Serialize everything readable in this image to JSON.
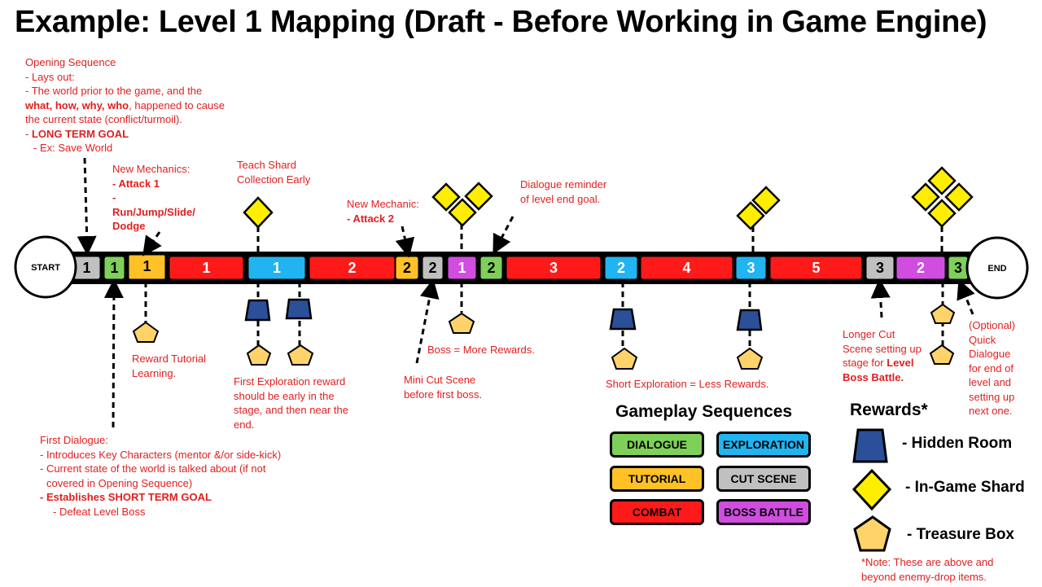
{
  "title": "Example: Level 1 Mapping (Draft - Before Working in Game Engine)",
  "start_label": "START",
  "end_label": "END",
  "colors": {
    "dialogue": "#7fd05a",
    "tutorial": "#ffc125",
    "combat": "#ff1a1a",
    "exploration": "#20b4f0",
    "cutscene": "#c0c0c0",
    "boss": "#d04de0",
    "hidden_room": "#2c4f99",
    "shard": "#ffee00",
    "treasure": "#ffd36a",
    "note_red": "#e02020"
  },
  "timeline": [
    {
      "kind": "cutscene",
      "label": "1"
    },
    {
      "kind": "dialogue",
      "label": "1"
    },
    {
      "kind": "tutorial",
      "label": "1"
    },
    {
      "kind": "combat",
      "label": "1"
    },
    {
      "kind": "exploration",
      "label": "1"
    },
    {
      "kind": "combat",
      "label": "2"
    },
    {
      "kind": "tutorial",
      "label": "2"
    },
    {
      "kind": "cutscene",
      "label": "2"
    },
    {
      "kind": "boss",
      "label": "1"
    },
    {
      "kind": "dialogue",
      "label": "2"
    },
    {
      "kind": "combat",
      "label": "3"
    },
    {
      "kind": "exploration",
      "label": "2"
    },
    {
      "kind": "combat",
      "label": "4"
    },
    {
      "kind": "exploration",
      "label": "3"
    },
    {
      "kind": "combat",
      "label": "5"
    },
    {
      "kind": "cutscene",
      "label": "3"
    },
    {
      "kind": "boss",
      "label": "2"
    },
    {
      "kind": "dialogue",
      "label": "3"
    }
  ],
  "notes": {
    "opening": {
      "lines": [
        "Opening Sequence",
        "- Lays out:",
        "- The world prior to the game, and the"
      ],
      "bold_line_bold": "what, how, why, who",
      "bold_line_rest": ", happened to cause",
      "line5": "the current state (conflict/turmoil).",
      "goal_prefix": "- ",
      "goal": "LONG TERM GOAL",
      "example": "- Ex: Save World"
    },
    "new_mechanics": {
      "heading": "New Mechanics:",
      "item1": "- Attack 1",
      "item2a": "-",
      "item2b": "Run/Jump/Slide/",
      "item2c": "Dodge"
    },
    "teach_shard": {
      "l1": "Teach Shard",
      "l2": "Collection Early"
    },
    "new_mechanic2": {
      "heading": "New Mechanic:",
      "item": "- Attack 2"
    },
    "dialogue_reminder": {
      "l1": "Dialogue reminder",
      "l2": "of level end goal."
    },
    "reward_tutorial": {
      "l1": "Reward Tutorial",
      "l2": "Learning."
    },
    "first_exploration": {
      "l1": "First Exploration reward",
      "l2": "should be early in the",
      "l3": "stage, and then near the",
      "l4": "end."
    },
    "boss_rewards": {
      "l1": "Boss = More Rewards."
    },
    "mini_cut": {
      "l1": "Mini Cut Scene",
      "l2": "before first boss."
    },
    "short_exploration": {
      "l1": "Short Exploration = Less Rewards."
    },
    "longer_cut": {
      "l1": "Longer Cut",
      "l2": "Scene setting up",
      "l3a": "stage for ",
      "l3b": "Level",
      "l4": "Boss Battle."
    },
    "optional_dialogue": {
      "l1": "(Optional)",
      "l2": "Quick",
      "l3": "Dialogue",
      "l4": "for end of",
      "l5": "level and",
      "l6": "setting up",
      "l7": "next one."
    },
    "first_dialogue": {
      "l1": "First Dialogue:",
      "l2": "- Introduces Key Characters (mentor &/or side-kick)",
      "l3": "- Current state of the world is talked about (if not",
      "l4": "covered in Opening Sequence)",
      "l5": "- Establishes SHORT TERM GOAL",
      "l6": "- Defeat Level Boss"
    }
  },
  "legend": {
    "title": "Gameplay Sequences",
    "dialogue": "DIALOGUE",
    "exploration": "EXPLORATION",
    "tutorial": "TUTORIAL",
    "cutscene": "CUT SCENE",
    "combat": "COMBAT",
    "boss": "BOSS BATTLE"
  },
  "rewards": {
    "title": "Rewards*",
    "hidden_room": "- Hidden Room",
    "shard": "- In-Game Shard",
    "treasure": "- Treasure Box",
    "footnote1": "*Note: These are above and",
    "footnote2": "beyond enemy-drop items."
  }
}
